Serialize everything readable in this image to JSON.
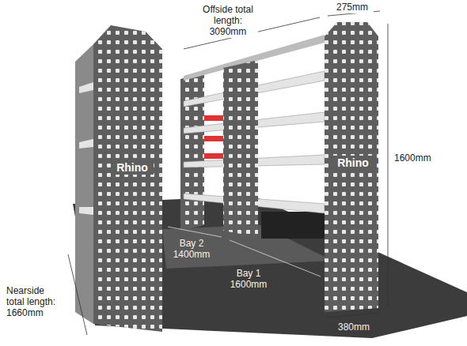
{
  "diagram": {
    "labels": [
      "Offside total length: 3090mm",
      "275mm",
      "1600mm",
      "Rhino",
      "Rhino",
      "Bay 2 1400mm",
      "Bay 1 1600mm",
      "380mm",
      "Nearside total length: 1660mm"
    ]
  }
}
